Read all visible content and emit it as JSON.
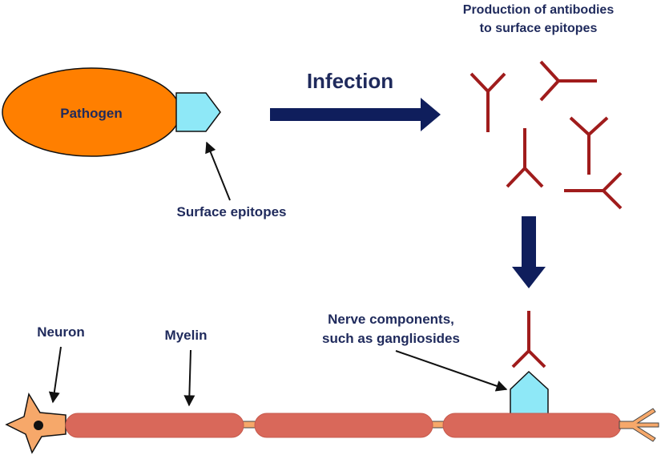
{
  "labels": {
    "pathogen": "Pathogen",
    "surface_epitopes": "Surface epitopes",
    "infection": "Infection",
    "antibodies_line1": "Production of antibodies",
    "antibodies_line2": "to surface epitopes",
    "neuron": "Neuron",
    "myelin": "Myelin",
    "nerve_line1": "Nerve components,",
    "nerve_line2": "such as gangliosides"
  },
  "colors": {
    "pathogen_fill": "#ff7f00",
    "epitope_fill": "#8ee8f7",
    "antibody": "#a01c1c",
    "arrow_navy": "#0f1e5c",
    "myelin_fill": "#d9685a",
    "axon_fill": "#f6a86a",
    "text": "#1f2a5c"
  }
}
